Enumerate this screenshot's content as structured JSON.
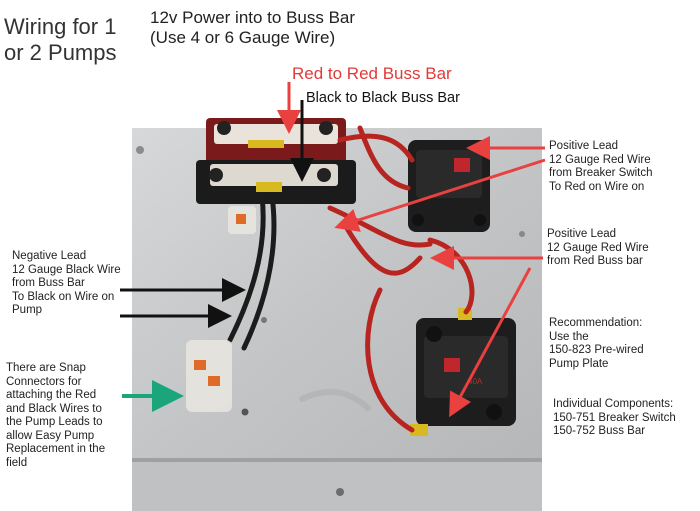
{
  "labels": {
    "title": "Wiring for 1\nor 2 Pumps",
    "power": "12v Power into to Buss Bar\n    (Use 4 or 6 Gauge Wire)",
    "red_to_red": "Red to Red Buss Bar",
    "black_to_black": "Black to Black Buss Bar",
    "positive_lead_breaker": "Positive Lead\n12 Gauge Red Wire\nfrom Breaker Switch\nTo Red on Wire on",
    "positive_lead_buss": "Positive Lead\n12 Gauge Red Wire\nfrom Red Buss bar",
    "negative_lead": "Negative Lead\n12 Gauge Black Wire\nfrom Buss Bar\nTo Black on Wire on\nPump",
    "snap_connectors": "There are Snap\nConnectors for\nattaching the Red\nand Black Wires to\nthe Pump Leads to\nallow Easy Pump\nReplacement in the\nfield",
    "recommendation": "Recommendation:\n  Use the\n   150-823 Pre-wired\n   Pump Plate",
    "individual_components": "Individual Components:\n  150-751 Breaker Switch\n  150-752 Buss Bar"
  },
  "breaker_rating": "40A",
  "colors": {
    "plate": "#c9cbcc",
    "red_wire": "#b8241f",
    "black_wire": "#1c1c1c",
    "red_arrow": "#e8413f",
    "green_arrow": "#1aa57a",
    "label_red": "#e03a3a"
  }
}
